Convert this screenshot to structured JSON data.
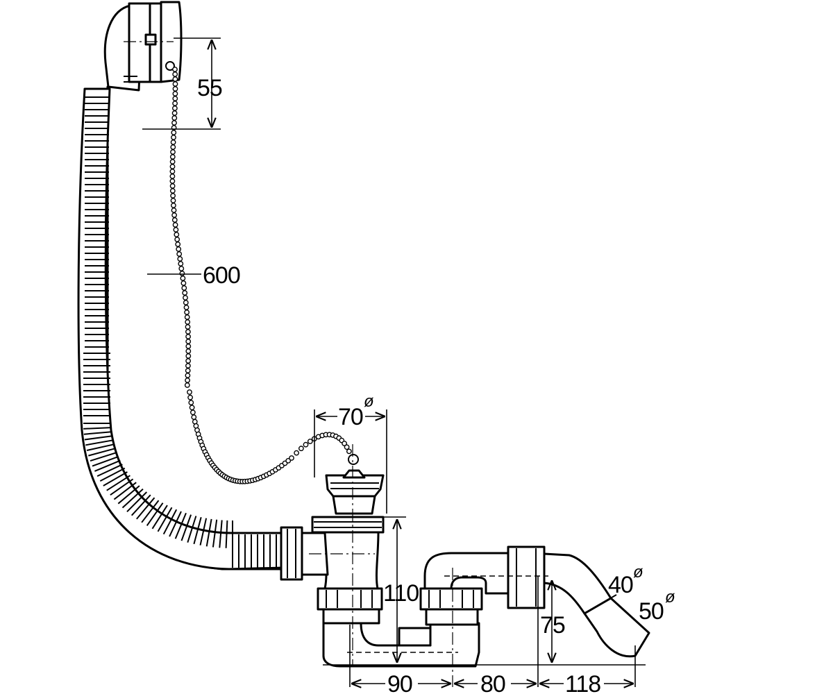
{
  "colors": {
    "line": "#000000",
    "fill": "#ffffff"
  },
  "dimensions": {
    "overflow_height": "55",
    "cable_length": "600",
    "plug_diameter": "70",
    "plug_diameter_symbol": "ø",
    "trap_height": "110",
    "outlet_height": "75",
    "outlet_inner_diameter": "40",
    "outlet_inner_symbol": "ø",
    "outlet_outer_diameter": "50",
    "outlet_outer_symbol": "ø",
    "length_a": "90",
    "length_b": "80",
    "length_c": "118"
  }
}
